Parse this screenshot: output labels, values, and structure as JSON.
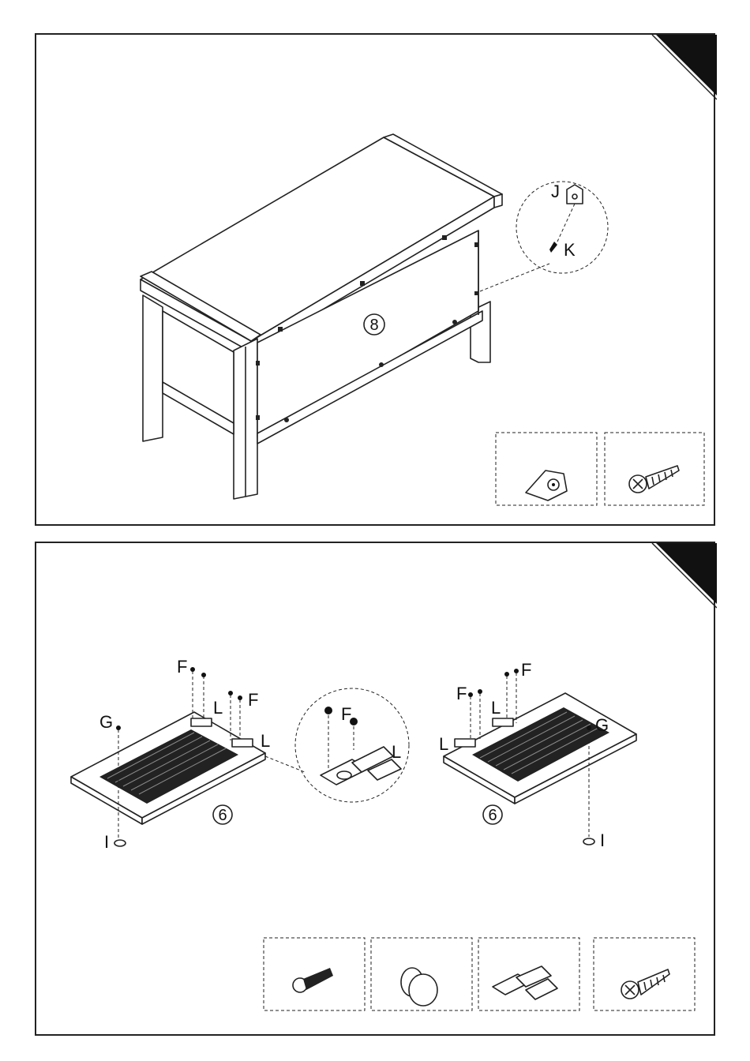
{
  "step_top": {
    "part_number": "8",
    "detail_labels": [
      "J",
      "K"
    ]
  },
  "step_bottom": {
    "left_door": {
      "part_number": "6",
      "labels": {
        "screw_f_1": "F",
        "screw_f_2": "F",
        "hinge_l_1": "L",
        "hinge_l_2": "L",
        "bolt_g": "G",
        "knob_i": "I"
      }
    },
    "detail_labels": [
      "F",
      "L"
    ],
    "right_door": {
      "part_number": "6",
      "labels": {
        "screw_f_1": "F",
        "screw_f_2": "F",
        "hinge_l_1": "L",
        "hinge_l_2": "L",
        "bolt_g": "G",
        "knob_i": "I"
      }
    }
  },
  "icons": {
    "top_hardware": [
      "bracket-icon",
      "screw-icon"
    ],
    "bottom_hardware": [
      "bolt-icon",
      "knob-icon",
      "hinge-icon",
      "screw-icon"
    ]
  }
}
